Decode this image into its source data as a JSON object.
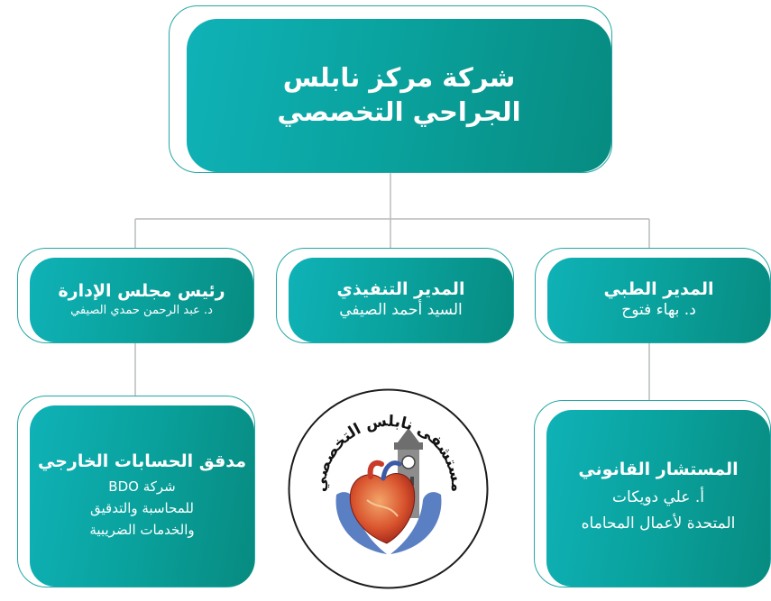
{
  "colors": {
    "card_start": "#0fb2b7",
    "card_end": "#078b80",
    "outline": "#25a7a5",
    "connector": "#b8bcbc",
    "logo_red": "#e4151c",
    "logo_blue": "#5b7fc3",
    "logo_title": "#111111"
  },
  "root": {
    "line1": "شركة مركز نابلس",
    "line2": "الجراحي التخصصي"
  },
  "medical_director": {
    "title": "المدير الطبي",
    "name": "د. بهاء فتوح"
  },
  "executive_director": {
    "title": "المدير التنفيذي",
    "name": "السيد أحمد الصيفي"
  },
  "board_chairman": {
    "title": "رئيس مجلس الإدارة",
    "name": "د. عبد الرحمن حمدي الصيفي"
  },
  "legal_advisor": {
    "title": "المستشار القانوني",
    "name": "أ. علي دويكات",
    "firm": "المتحدة لأعمال المحاماه"
  },
  "external_auditor": {
    "title": "مدقق الحسابات الخارجي",
    "line1": "شركة BDO",
    "line2": "للمحاسبة والتدقيق",
    "line3": "والخدمات الضريبية"
  },
  "logo": {
    "text": "مستشفى نابلس التخصصي",
    "icons": [
      "heart-icon",
      "clock-tower-icon",
      "hands-icon",
      "crescent-icon"
    ]
  }
}
